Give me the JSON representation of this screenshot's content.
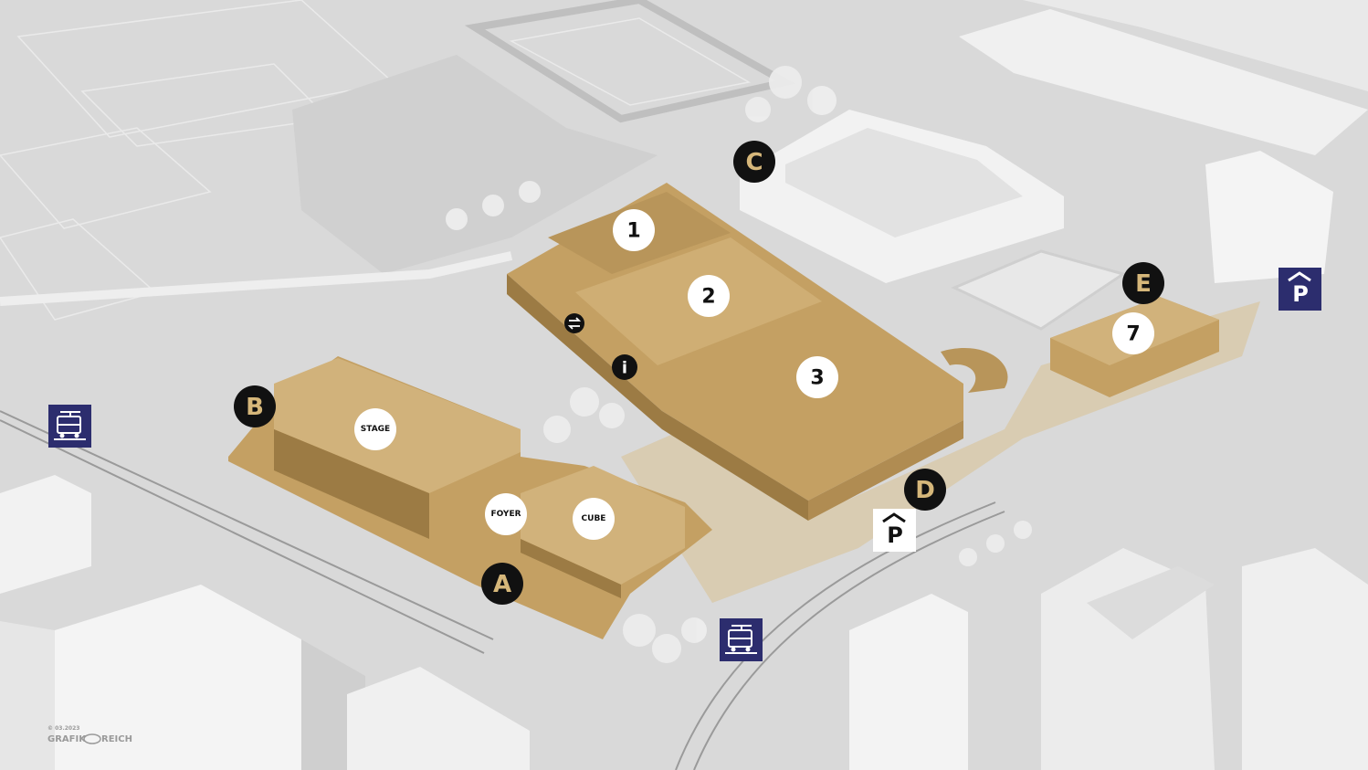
{
  "colors": {
    "background": "#d9d9d9",
    "building_gray": "#f2f2f2",
    "building_shadow": "#bdbdbd",
    "venue_gold": "#c4a063",
    "venue_gold_dark": "#9c7b44",
    "plaza_beige": "#d8c7a4",
    "entrance_marker": "#111111",
    "entrance_text": "#d6b77a",
    "hall_marker_fill": "#ffffff",
    "hall_marker_text": "#111111",
    "transit_blue": "#2c2d6e"
  },
  "entrances": [
    {
      "id": "A",
      "label": "A"
    },
    {
      "id": "B",
      "label": "B"
    },
    {
      "id": "C",
      "label": "C"
    },
    {
      "id": "D",
      "label": "D"
    },
    {
      "id": "E",
      "label": "E"
    }
  ],
  "halls": [
    {
      "id": "1",
      "label": "1"
    },
    {
      "id": "2",
      "label": "2"
    },
    {
      "id": "3",
      "label": "3"
    },
    {
      "id": "7",
      "label": "7"
    },
    {
      "id": "stage",
      "label": "STAGE"
    },
    {
      "id": "foyer",
      "label": "FOYER"
    },
    {
      "id": "cube",
      "label": "CUBE"
    }
  ],
  "icons": {
    "tram_stop": "tram-icon",
    "parking": "parking-icon",
    "info": "info-icon",
    "exchange": "exchange-icon"
  },
  "parking_label": "P",
  "info_label": "i",
  "credit": {
    "copyright": "© 03.2023",
    "brand_left": "GRAFIK",
    "brand_right": "REICH"
  }
}
